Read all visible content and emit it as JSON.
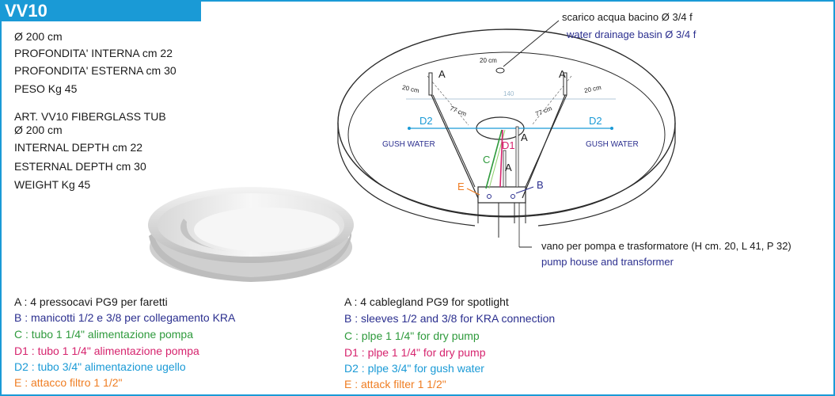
{
  "header": {
    "title": "VV10"
  },
  "specs_it": [
    "Ø 200 cm",
    "PROFONDITA' INTERNA cm 22",
    "PROFONDITA' ESTERNA cm 30",
    "PESO Kg 45"
  ],
  "specs_en": [
    "ART. VV10 FIBERGLASS TUB",
    "Ø 200 cm",
    "INTERNAL DEPTH cm 22",
    "ESTERNAL DEPTH cm 30",
    "WEIGHT Kg 45"
  ],
  "diagram": {
    "drain_it": "scarico acqua bacino Ø 3/4 f",
    "drain_en": "water drainage basin Ø 3/4 f",
    "pump_it": "vano per pompa e trasformatore (H cm. 20, L 41, P 32)",
    "pump_en": "pump house and transformer",
    "dim_20_top": "20 cm",
    "dim_20_left": "20 cm",
    "dim_20_right": "20 cm",
    "dim_77_left": "77 cm",
    "dim_77_right": "77 cm",
    "dim_140": "140",
    "d2_left": "D2",
    "d2_right": "D2",
    "gush_left": "GUSH WATER",
    "gush_right": "GUSH WATER",
    "label_a_left": "A",
    "label_a_right": "A",
    "label_a_mid": "A",
    "label_a_low": "A",
    "label_b": "B",
    "label_c": "C",
    "label_d1": "D1",
    "label_e": "E"
  },
  "legend_it": [
    {
      "text": "A : 4 pressocavi PG9 per faretti",
      "color": "#1a1a1a"
    },
    {
      "text": "B : manicotti 1/2 e 3/8 per collegamento KRA",
      "color": "#2b2f8f"
    },
    {
      "text": "C : tubo 1 1/4\" alimentazione pompa",
      "color": "#2e9a3c"
    },
    {
      "text": "D1 : tubo 1 1/4\"  alimentazione pompa",
      "color": "#d6246e"
    },
    {
      "text": "D2 : tubo 3/4\" alimentazione ugello",
      "color": "#1a9ad6"
    },
    {
      "text": "E : attacco filtro 1 1/2\"",
      "color": "#ef7d22"
    }
  ],
  "legend_en": [
    {
      "text": "A : 4 cablegland PG9 for spotlight",
      "color": "#1a1a1a"
    },
    {
      "text": "B : sleeves 1/2 and 3/8 for KRA connection",
      "color": "#2b2f8f"
    },
    {
      "text": "C : plpe 1 1/4\" for dry pump",
      "color": "#2e9a3c"
    },
    {
      "text": "D1 : plpe 1 1/4\"  for dry pump",
      "color": "#d6246e"
    },
    {
      "text": "D2 : plpe 3/4\" for gush water",
      "color": "#1a9ad6"
    },
    {
      "text": "E : attack filter 1 1/2\"",
      "color": "#ef7d22"
    }
  ],
  "colors": {
    "accent": "#1a9ad6",
    "navy": "#2b2f8f",
    "green": "#2e9a3c",
    "magenta": "#d6246e",
    "orange": "#ef7d22"
  }
}
